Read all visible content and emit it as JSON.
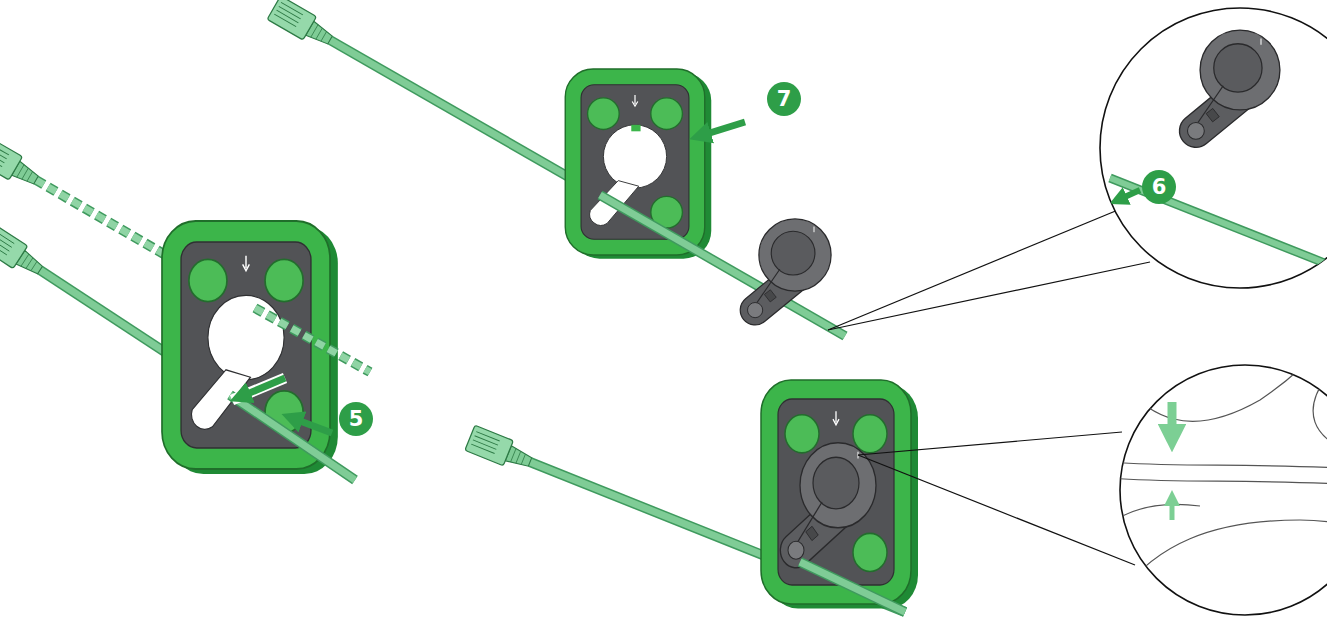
{
  "diagram": {
    "labels": [
      "7",
      "6",
      "5"
    ]
  }
}
